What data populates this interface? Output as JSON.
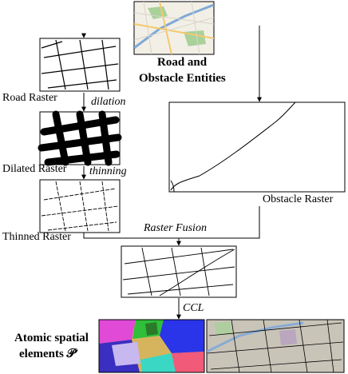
{
  "labels": {
    "road_obstacle_line1": "Road and",
    "road_obstacle_line2": "Obstacle Entities",
    "road_raster": "Road Raster",
    "dilation": "dilation",
    "dilated_raster": "Dilated Raster",
    "thinning": "thinning",
    "thinned_raster": "Thinned Raster",
    "obstacle_raster": "Obstacle Raster",
    "raster_fusion": "Raster Fusion",
    "ccl": "CCL",
    "atomic_line1": "Atomic spatial",
    "atomic_line2": "elements 𝒫′"
  },
  "colors": {
    "line": "#000000",
    "map_bg": "#f2efe6",
    "map_river": "#7fa9d8",
    "map_park": "#a9d19a",
    "map_road": "#f5c96b",
    "seg_magenta": "#e04ad6",
    "seg_green": "#2fbf3a",
    "seg_blue": "#2a34e8",
    "seg_cyan": "#3ad7c4",
    "seg_pink": "#f15a78",
    "seg_lavender": "#c7b8ef",
    "overlay_bg": "#c9c4b8"
  }
}
